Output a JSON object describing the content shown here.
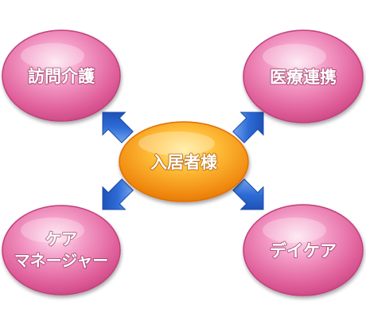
{
  "center": {
    "label": "入居者様"
  },
  "nodes": {
    "top_left": {
      "label": "訪問介護"
    },
    "top_right": {
      "label": "医療連携"
    },
    "bottom_left": {
      "line1": "ケア",
      "line2": "マネージャー"
    },
    "bottom_right": {
      "label": "デイケア"
    }
  },
  "colors": {
    "node_fill": "#e0609b",
    "node_highlight": "#fbd3e6",
    "node_edge": "#c03a78",
    "center_fill": "#f08a10",
    "center_highlight": "#ffe37a",
    "arrow_fill": "#1f58c4",
    "arrow_highlight": "#7fb0f0"
  }
}
